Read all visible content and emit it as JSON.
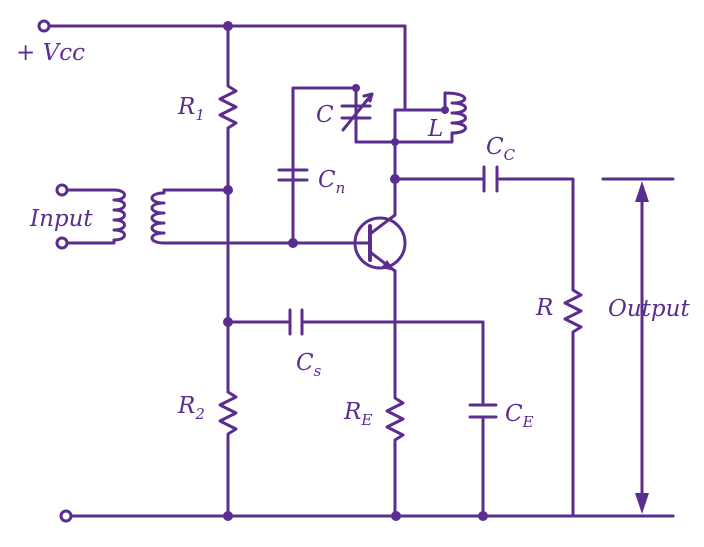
{
  "colors": {
    "ink": "#5b2d8e",
    "background": "#ffffff"
  },
  "labels": {
    "vcc": "+ Vcc",
    "input": "Input",
    "output": "Output",
    "r1": {
      "main": "R",
      "sub": "1"
    },
    "r2": {
      "main": "R",
      "sub": "2"
    },
    "re": {
      "main": "R",
      "sub": "E"
    },
    "r": "R",
    "c": "C",
    "l": "L",
    "cn": {
      "main": "C",
      "sub": "n"
    },
    "cc": {
      "main": "C",
      "sub": "C"
    },
    "cs": {
      "main": "C",
      "sub": "s"
    },
    "ce": {
      "main": "C",
      "sub": "E"
    }
  }
}
